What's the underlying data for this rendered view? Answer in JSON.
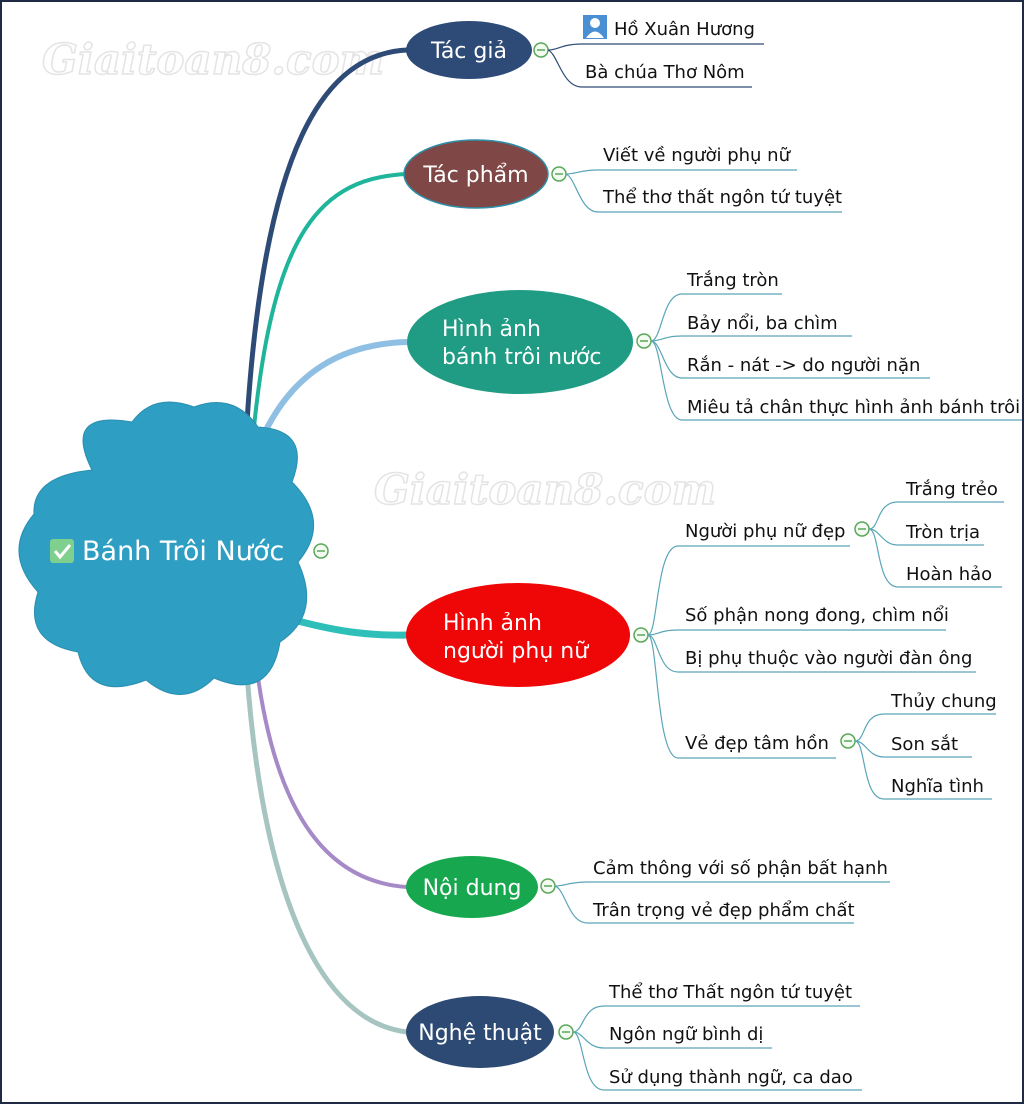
{
  "watermark": "Giaitoan8.com",
  "root": {
    "label": "Bánh Trôi Nước"
  },
  "colors": {
    "root": "#2e9ec2",
    "tac_gia": "#2e4b78",
    "tac_pham": "#7f4846",
    "hinh_anh_banh": "#1f9c83",
    "hinh_anh_phu_nu": "#ef0606",
    "noi_dung": "#17a84f",
    "nghe_thuat": "#2c4a74",
    "leaf_line": "#5aa5b8"
  },
  "branches": {
    "tac_gia": {
      "label": "Tác giả",
      "items": [
        "Hồ Xuân Hương",
        "Bà chúa Thơ Nôm"
      ]
    },
    "tac_pham": {
      "label": "Tác phẩm",
      "items": [
        "Viết về người phụ nữ",
        "Thể thơ thất ngôn tứ tuyệt"
      ]
    },
    "hinh_anh_banh": {
      "label_line1": "Hình ảnh",
      "label_line2": "bánh trôi nước",
      "items": [
        "Trắng tròn",
        "Bảy nổi, ba chìm",
        "Rắn - nát -> do người nặn",
        "Miêu tả chân thực hình ảnh bánh trôi"
      ]
    },
    "hinh_anh_phu_nu": {
      "label_line1": "Hình ảnh",
      "label_line2": "người phụ nữ",
      "dep": {
        "label": "Người phụ nữ đẹp",
        "items": [
          "Trắng trẻo",
          "Tròn trịa",
          "Hoàn hảo"
        ]
      },
      "items": [
        "Số phận nong đong, chìm nổi",
        "Bị phụ thuộc vào người đàn ông"
      ],
      "tam_hon": {
        "label": "Vẻ đẹp tâm hồn",
        "items": [
          "Thủy chung",
          "Son sắt",
          "Nghĩa tình"
        ]
      }
    },
    "noi_dung": {
      "label": "Nội dung",
      "items": [
        "Cảm thông với số phận bất hạnh",
        "Trân trọng vẻ đẹp phẩm chất"
      ]
    },
    "nghe_thuat": {
      "label": "Nghệ thuật",
      "items": [
        "Thể thơ Thất ngôn tứ tuyệt",
        "Ngôn ngữ bình dị",
        "Sử dụng thành ngữ, ca dao"
      ]
    }
  }
}
